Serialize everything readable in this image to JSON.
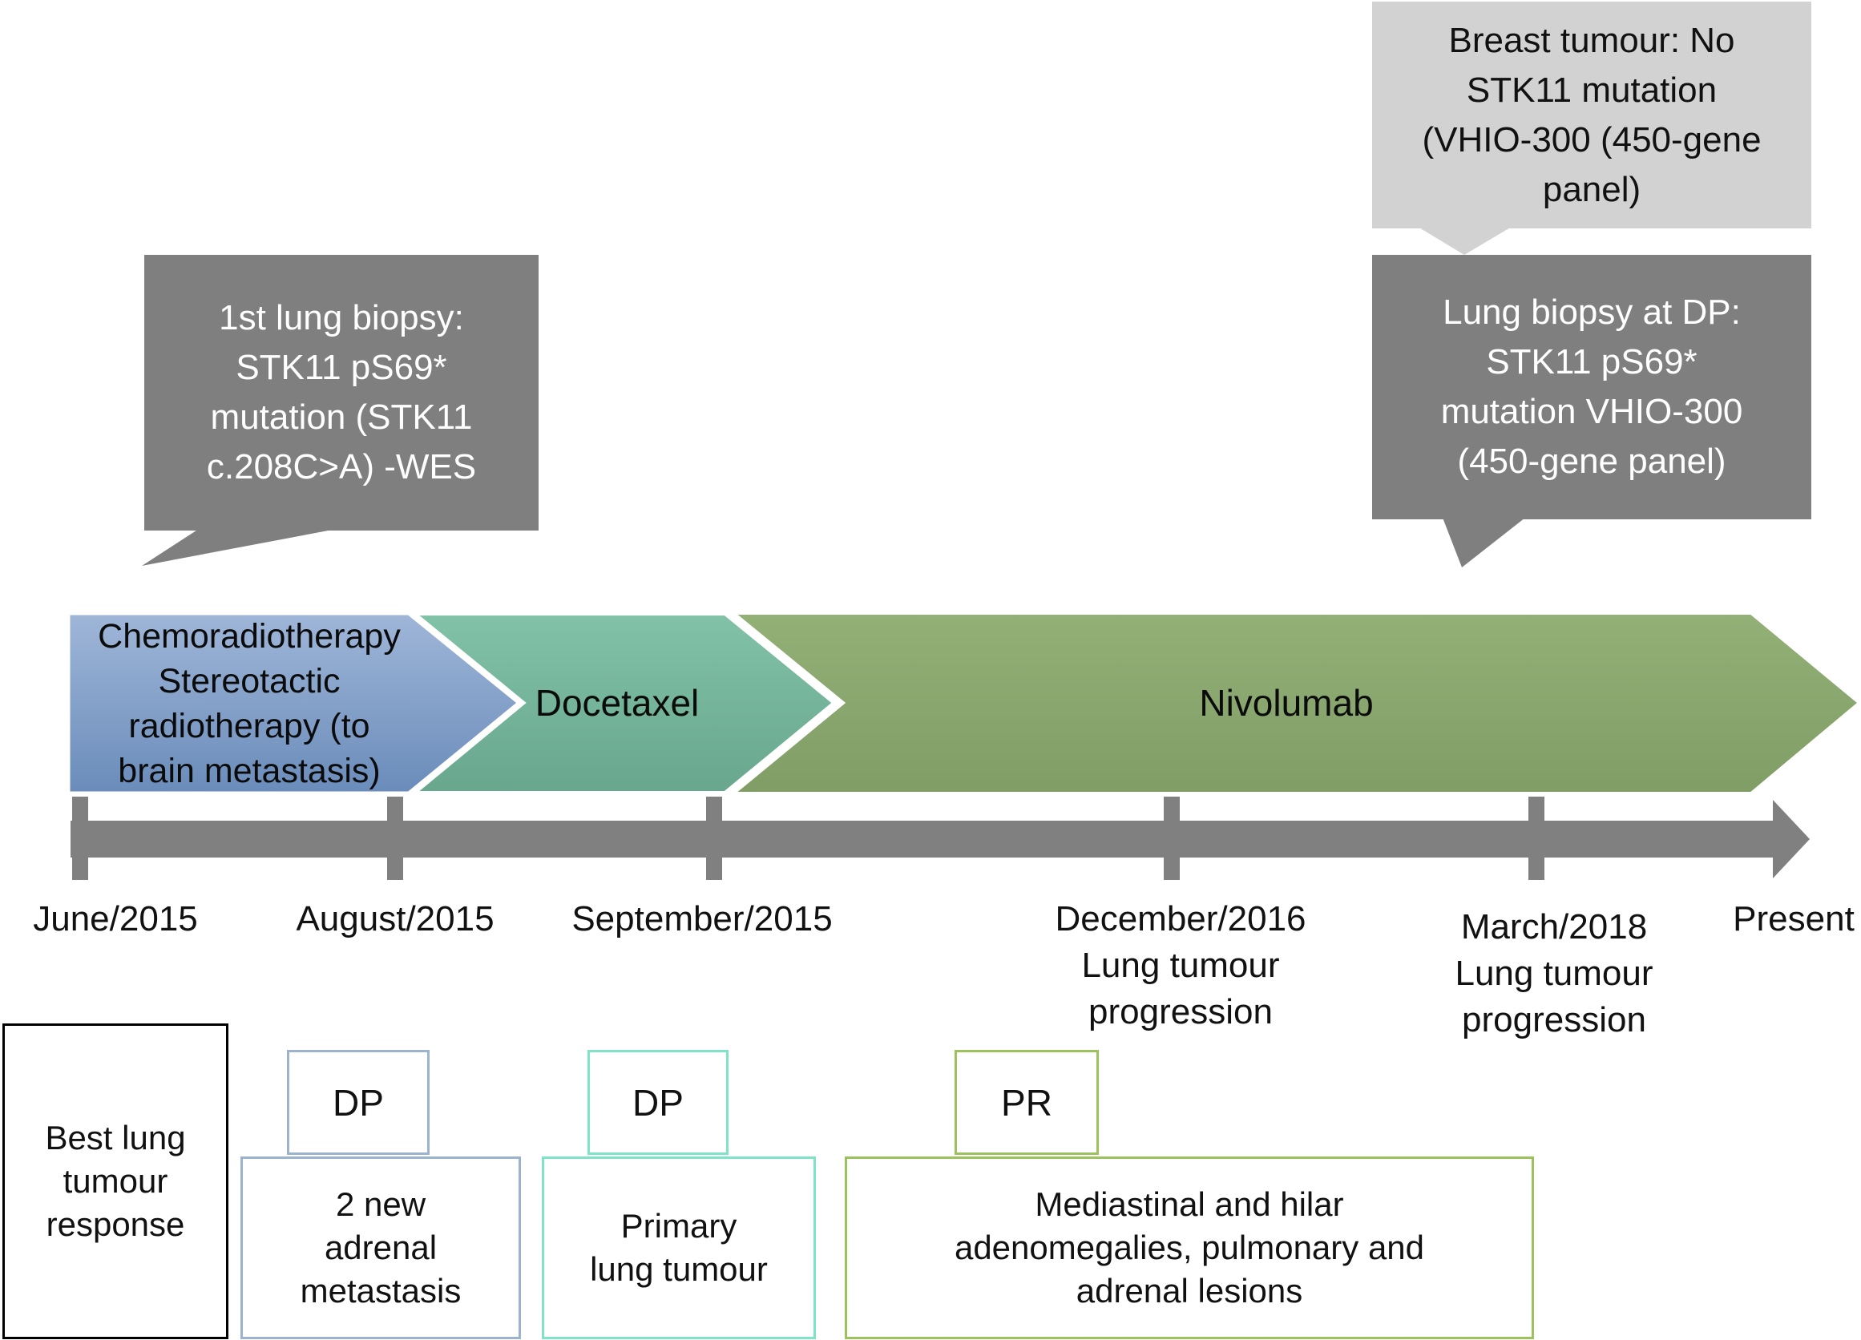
{
  "colors": {
    "callout_gray_dark": "#7f7f7f",
    "callout_gray_light": "#d2d2d2",
    "timeline_gray": "#808080",
    "arrow_blue_light": "#9fb6d8",
    "arrow_blue_dark": "#6a8cba",
    "arrow_teal_light": "#82c2a8",
    "arrow_teal_dark": "#68a78d",
    "arrow_green_light": "#93b077",
    "arrow_green_dark": "#7f9d65",
    "legend_title_border": "#000000",
    "legend_blue_border": "#9cb3cf",
    "legend_teal_border": "#7fe3c6",
    "legend_green_border": "#9cc25e",
    "text_black": "#111111",
    "text_white": "#ffffff"
  },
  "callouts": {
    "first_biopsy": {
      "lines": [
        "1st lung biopsy:",
        "STK11 pS69*",
        "mutation (STK11",
        "c.208C>A) -WES"
      ]
    },
    "breast_tumour": {
      "lines": [
        "Breast tumour: No",
        "STK11 mutation",
        "(VHIO-300 (450-gene",
        "panel)"
      ]
    },
    "lung_biopsy_dp": {
      "lines": [
        "Lung biopsy at DP:",
        "STK11 pS69*",
        "mutation VHIO-300",
        "(450-gene panel)"
      ]
    }
  },
  "treatments": {
    "chemo": {
      "lines": [
        "Chemoradiotherapy",
        "Stereotactic",
        "radiotherapy (to",
        "brain metastasis)"
      ]
    },
    "docetaxel": {
      "label": "Docetaxel"
    },
    "nivolumab": {
      "label": "Nivolumab"
    }
  },
  "timeline": {
    "milestones": [
      {
        "date": "June/2015"
      },
      {
        "date": "August/2015"
      },
      {
        "date": "September/2015"
      },
      {
        "date": "December/2016",
        "event_lines": [
          "Lung tumour",
          "progression"
        ]
      },
      {
        "date": "March/2018",
        "event_lines": [
          "Lung tumour",
          "progression"
        ]
      },
      {
        "date": "Present"
      }
    ]
  },
  "response_legend": {
    "title_lines": [
      "Best lung",
      "tumour",
      "response"
    ],
    "entries": [
      {
        "badge": "DP",
        "lines": [
          "2 new",
          "adrenal",
          "metastasis"
        ]
      },
      {
        "badge": "DP",
        "lines": [
          "Primary",
          "lung tumour"
        ]
      },
      {
        "badge": "PR",
        "lines": [
          "Mediastinal and hilar",
          "adenomegalies, pulmonary and",
          "adrenal lesions"
        ]
      }
    ]
  }
}
